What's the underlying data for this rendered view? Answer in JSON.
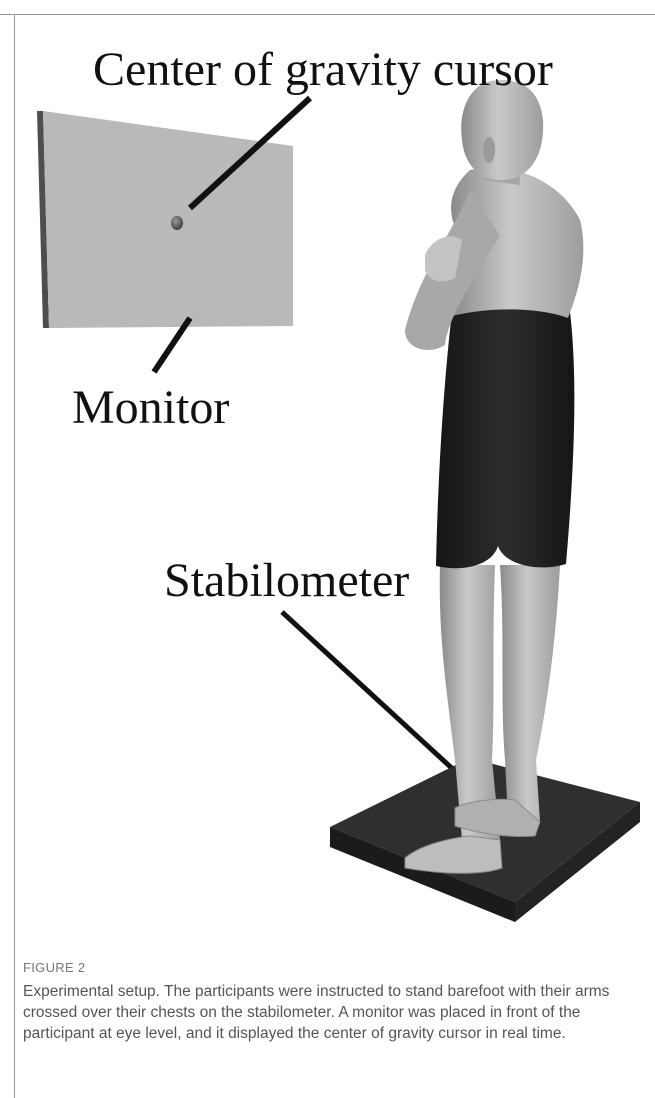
{
  "figure": {
    "labels": {
      "cog_cursor": "Center of gravity cursor",
      "monitor": "Monitor",
      "stabilometer": "Stabilometer"
    },
    "figure_number": "FIGURE 2",
    "caption": "Experimental setup. The participants were instructed to stand barefoot with their arms crossed over their chests on the stabilometer. A monitor was placed in front of the participant at eye level, and it displayed the center of gravity cursor in real time."
  }
}
